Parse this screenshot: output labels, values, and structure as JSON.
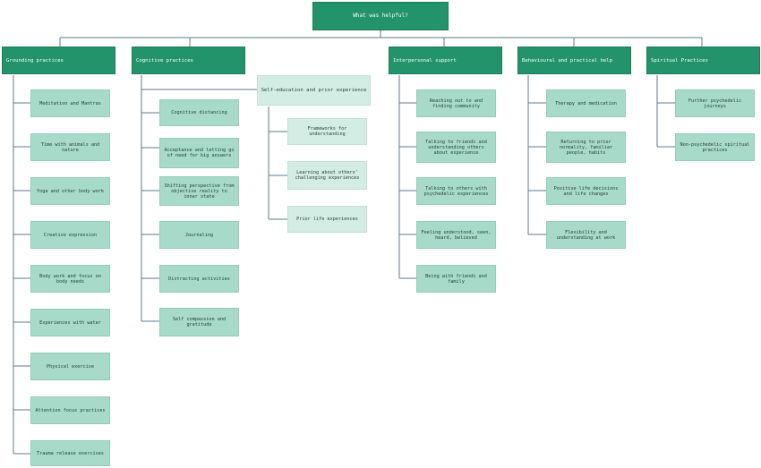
{
  "root": "What was helpful?",
  "categories": [
    {
      "title": "Grounding practices",
      "items": [
        "Meditation and Mantras",
        "Time with animals and nature",
        "Yoga and other body work",
        "Creative expression",
        "Body work and focus on body needs",
        "Experiences with water",
        "Physical exercise",
        "Attention focus practices",
        "Trauma release exercises"
      ]
    },
    {
      "title": "Cognitive practices",
      "items": [
        "Cognitive distancing",
        "Acceptance and letting go of need for big answers",
        "Shifting perspective from objective reality to inner state",
        "Journaling",
        "Distracting activities",
        "Self compassion and gratitude"
      ],
      "subgroup": {
        "title": "Self-education and prior experience",
        "items": [
          "Frameworks for understanding",
          "Learning about others' challenging experiences",
          "Prior life experiences"
        ]
      }
    },
    {
      "title": "Interpersonal support",
      "items": [
        "Reaching out to and finding community",
        "Talking to friends and understanding others about experience",
        "Talking to others with psychedelic experiences",
        "Feeling understood, seen, heard, believed",
        "Being with friends and family"
      ]
    },
    {
      "title": "Behavioural and practical help",
      "items": [
        "Therapy and medication",
        "Returning to prior normality, familiar people, habits",
        "Positive life decisions and life changes",
        "Flexibility and understanding at work"
      ]
    },
    {
      "title": "Spiritual Practices",
      "items": [
        "Further psychedelic journeys",
        "Non-psychedelic spiritual practices"
      ]
    }
  ],
  "colors": {
    "category_fill": "#23936b",
    "item_fill": "#a8dac9",
    "subitem_fill": "#d3ede4",
    "connector": "#5f7a8a"
  }
}
